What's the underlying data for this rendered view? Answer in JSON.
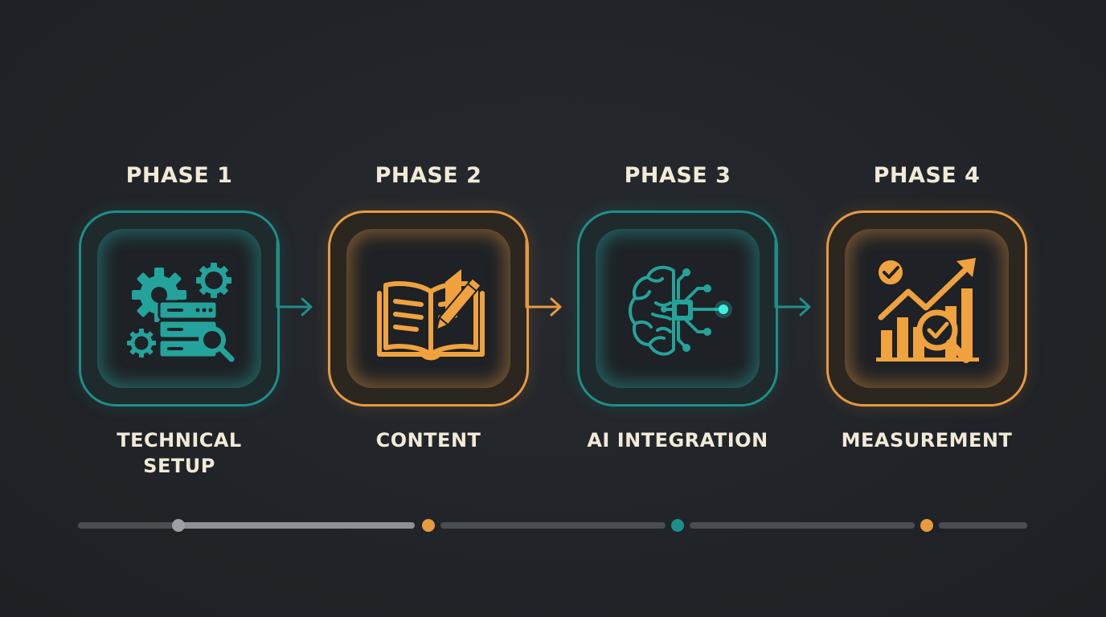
{
  "phases": [
    {
      "title": "PHASE 1",
      "label": "TECHNICAL\nSETUP",
      "icon": "gears-server-magnifier-icon",
      "color": "#1d8f8a"
    },
    {
      "title": "PHASE 2",
      "label": "CONTENT",
      "icon": "book-pencil-icon",
      "color": "#e79a3f"
    },
    {
      "title": "PHASE 3",
      "label": "AI INTEGRATION",
      "icon": "brain-circuit-icon",
      "color": "#1d8f8a"
    },
    {
      "title": "PHASE 4",
      "label": "MEASUREMENT",
      "icon": "growth-chart-magnifier-icon",
      "color": "#e79a3f"
    }
  ],
  "timeline": {
    "progress": 0.36,
    "markers": [
      "gray",
      "orange",
      "teal",
      "orange"
    ]
  },
  "colors": {
    "background": "#212428",
    "teal": "#1d8f8a",
    "teal_icon": "#23a39b",
    "orange": "#e79a3f",
    "orange_icon": "#f0a23e",
    "text": "#f2ead8",
    "track": "#4a4e53",
    "track_fill": "#8b9196"
  }
}
